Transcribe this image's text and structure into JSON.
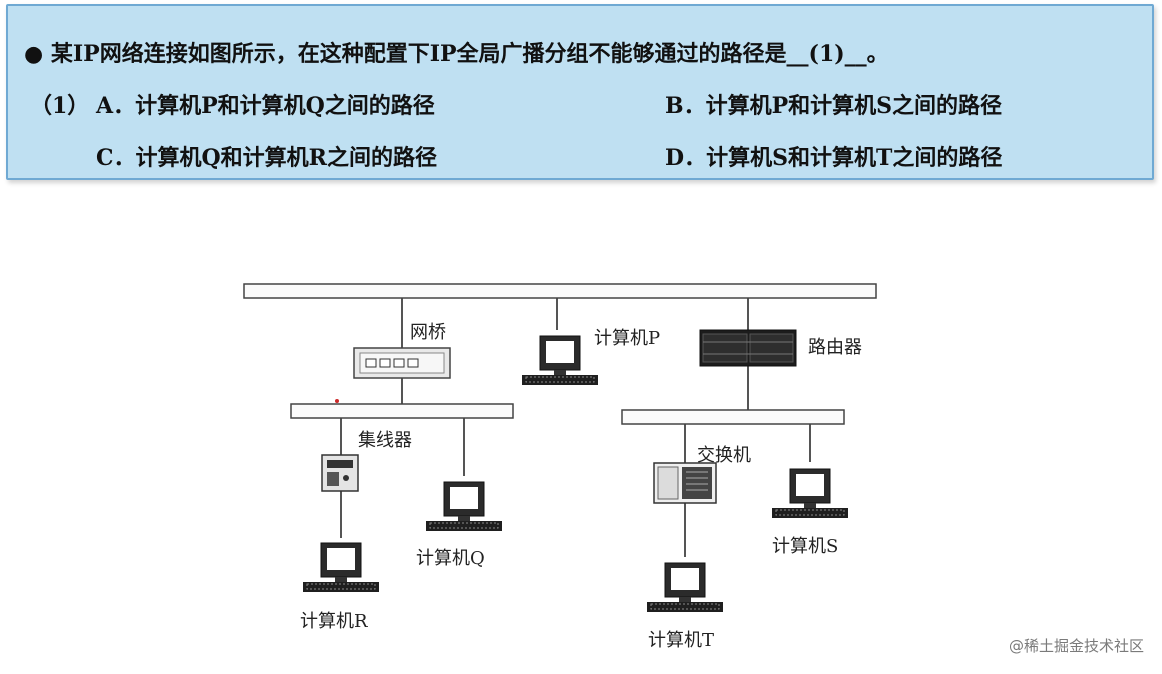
{
  "question": {
    "bullet": "●",
    "stem": "某IP网络连接如图所示，在这种配置下IP全局广播分组不能够通过的路径是__(1)__。",
    "number": "（1）",
    "options": [
      {
        "letter": "A．",
        "text": "计算机P和计算机Q之间的路径"
      },
      {
        "letter": "B．",
        "text": "计算机P和计算机S之间的路径"
      },
      {
        "letter": "C．",
        "text": "计算机Q和计算机R之间的路径"
      },
      {
        "letter": "D．",
        "text": "计算机S和计算机T之间的路径"
      }
    ]
  },
  "diagram": {
    "labels": {
      "bridge": "网桥",
      "router": "路由器",
      "hub": "集线器",
      "switch": "交换机",
      "computer_p": "计算机P",
      "computer_q": "计算机Q",
      "computer_r": "计算机R",
      "computer_s": "计算机S",
      "computer_t": "计算机T"
    }
  },
  "watermark": "@稀土掘金技术社区",
  "colors": {
    "question_bg": "#bfe0f2",
    "question_border": "#6fa9d3",
    "line": "#555555"
  }
}
